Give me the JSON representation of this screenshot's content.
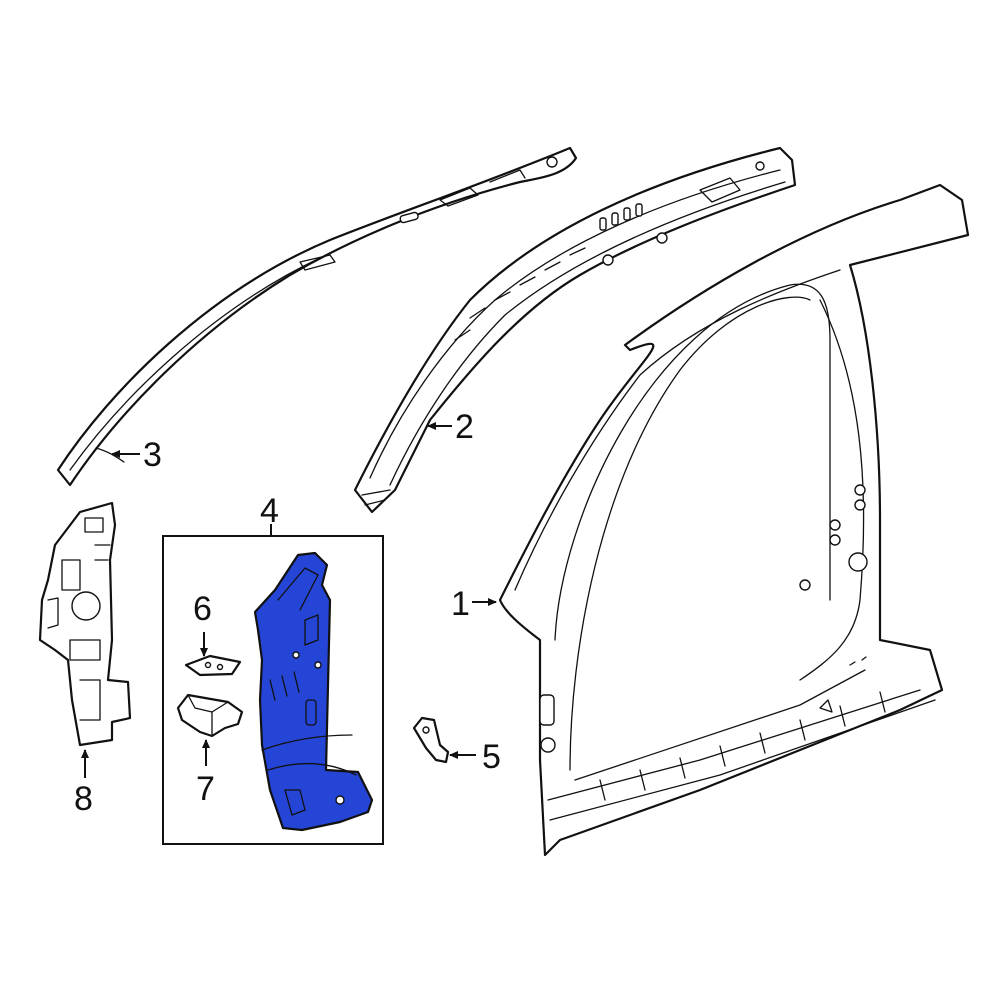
{
  "diagram": {
    "highlight_color": "#2545d6",
    "line_color": "#111111",
    "background": "#ffffff",
    "callouts": {
      "c1": "1",
      "c2": "2",
      "c3": "3",
      "c4": "4",
      "c5": "5",
      "c6": "6",
      "c7": "7",
      "c8": "8"
    }
  }
}
